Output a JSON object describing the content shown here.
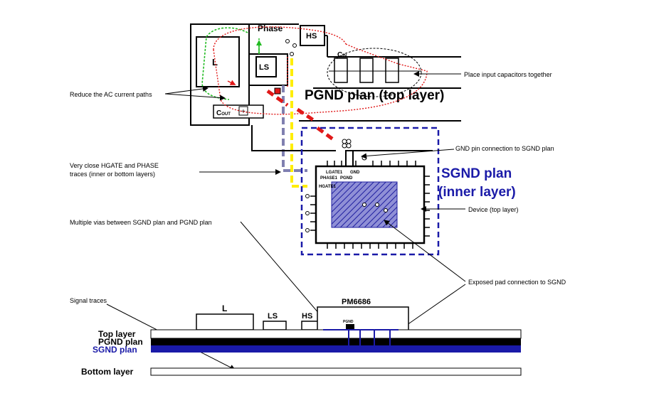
{
  "top": {
    "phase": "Phase",
    "hs": "HS",
    "l": "L",
    "ls": "LS",
    "cout": "C",
    "cout_sub": "OUT",
    "cin": "C",
    "cin_sub": "IN",
    "pgnd_plan": "PGND plan (top layer)",
    "sgnd_plan_line1": "SGND plan",
    "sgnd_plan_line2": "(inner layer)",
    "plus": "+"
  },
  "annotations": {
    "input_caps": "Place input capacitors together",
    "reduce_ac": "Reduce the AC current paths",
    "gnd_pin": "GND pin connection to SGND plan",
    "hgate_line1": "Very close HGATE and PHASE",
    "hgate_line2": "traces (inner or bottom layers)",
    "device": "Device (top layer)",
    "multi_vias": "Multiple vias between SGND plan and PGND plan",
    "exposed_pad": "Exposed pad connection to SGND",
    "signal_traces": "Signal traces"
  },
  "ic_pins": {
    "lgate": "LGATE1",
    "gnd": "GND",
    "phase": "PHASE1",
    "pgnd": "PGND",
    "hgate": "HGATE1"
  },
  "cross_section": {
    "l": "L",
    "ls": "LS",
    "hs": "HS",
    "chip": "PM6686",
    "pgnd_tag": "PGND",
    "top_layer": "Top layer",
    "pgnd_plan": "PGND plan",
    "sgnd_plan": "SGND plan",
    "bottom_layer": "Bottom layer"
  },
  "colors": {
    "sgnd_blue": "#1a1aa8",
    "red_path": "#e01818",
    "green_path": "#22bb22",
    "yellow_trace": "#ffee00",
    "grey_trace": "#8080b0"
  }
}
